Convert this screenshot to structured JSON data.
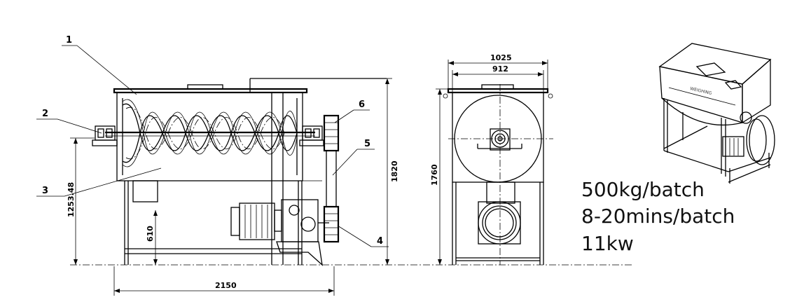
{
  "specs": {
    "capacity": "500kg/batch",
    "mixing_time": "8-20mins/batch",
    "power": "11kw"
  },
  "callouts": [
    "1",
    "2",
    "3",
    "4",
    "5",
    "6"
  ],
  "dimensions": {
    "front_total_length": "2150",
    "front_total_height": "1820",
    "front_center_height": "1253.48",
    "front_leg_height": "610",
    "side_total_width": "1025",
    "side_inner_width": "912",
    "side_height": "1760"
  },
  "perspective_lettering": "WEIGHING"
}
